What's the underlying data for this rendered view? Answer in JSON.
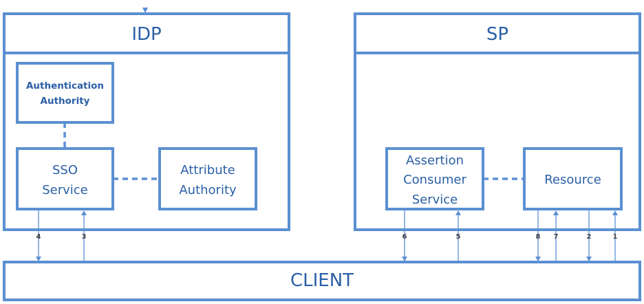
{
  "idp": {
    "title": "IDP",
    "auth_authority": [
      "Authentication",
      "Authority"
    ],
    "sso_service": [
      "SSO",
      "Service"
    ],
    "attribute_authority": [
      "Attribute",
      "Authority"
    ]
  },
  "sp": {
    "title": "SP",
    "assertion_consumer_service": [
      "Assertion",
      "Consumer",
      "Service"
    ],
    "resource": "Resource"
  },
  "client": {
    "title": "CLIENT"
  },
  "arrows": {
    "a1": "1",
    "a2": "2",
    "a3": "3",
    "a4": "4",
    "a5": "5",
    "a6": "6",
    "a7": "7",
    "a8": "8"
  },
  "colors": {
    "stroke": "#5b8fd1",
    "text": "#2a5fa6"
  }
}
